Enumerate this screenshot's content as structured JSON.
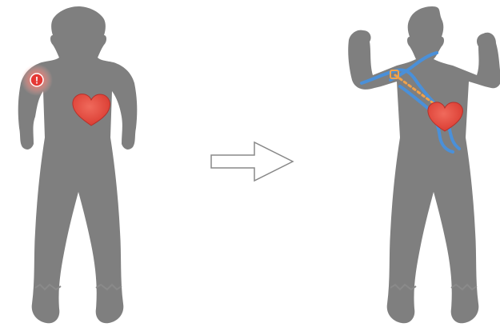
{
  "scene": {
    "background": "#ffffff",
    "silhouette_color": "#7f7f7f",
    "heart_color": "#e8453c",
    "heart_shadow_color": "#b7302a",
    "glow_color": "#ff8a80",
    "alert_color": "#e53935",
    "alert_glyph": "!",
    "vessel_color": "#4a90d9",
    "dotted_path_color": "#f1a24a",
    "arrow_fill": "#ffffff",
    "arrow_stroke": "#888888"
  },
  "figures": [
    {
      "id": "before",
      "pose": "arms-down",
      "indicators": [
        "heart-icon",
        "alert-icon"
      ]
    },
    {
      "id": "after",
      "pose": "arms-flexed",
      "indicators": [
        "heart-icon",
        "vessel-path",
        "dotted-path"
      ]
    }
  ],
  "transition": {
    "icon": "right-arrow-icon",
    "direction": "right"
  }
}
